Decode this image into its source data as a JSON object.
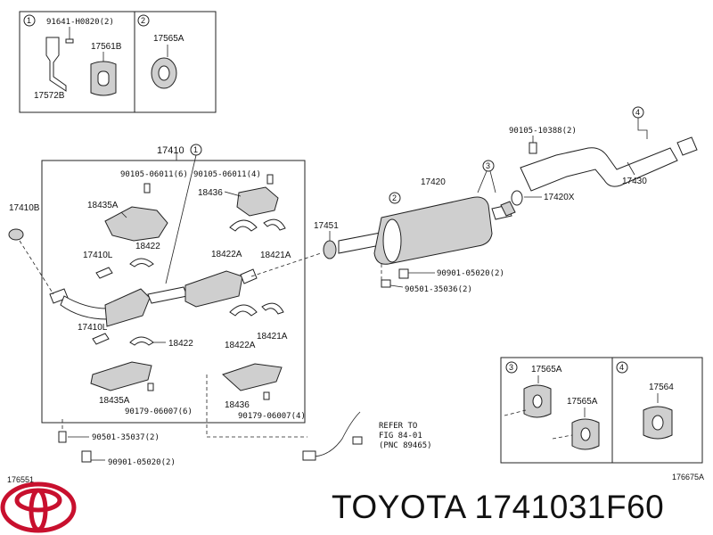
{
  "insets": {
    "top_left": {
      "ref1": "1",
      "ref2": "2",
      "bolt": "91641-H0820(2)",
      "bracket": "17572B",
      "hanger": "17561B",
      "hanger2": "17565A"
    },
    "bottom_right": {
      "ref3": "3",
      "ref4": "4",
      "hanger_a": "17565A",
      "hanger_b": "17565A",
      "hanger_c": "17564"
    }
  },
  "main": {
    "group_no": "17410",
    "group_circle": "1",
    "bolt_left": "90105-06011(6)",
    "bolt_right": "90105-06011(4)",
    "insulator_ul": "18435A",
    "insulator_ur": "18436",
    "bracket_a": "18422",
    "label_17410l_top": "17410L",
    "clamp_a": "18422A",
    "clamp_b": "18421A",
    "label_17410l_bot": "17410L",
    "bracket_b": "18422",
    "clamp_c": "18422A",
    "clamp_d": "18421A",
    "insulator_ll": "18435A",
    "bolt_ll": "90179-06007(6)",
    "insulator_lr": "18436",
    "bolt_lr": "90179-06007(4)",
    "gasket_left": "17410B",
    "gasket_mid": "17451",
    "center_pipe": "17420",
    "circle2": "2",
    "circle3": "3",
    "circle4": "4",
    "bolt_top": "90105-10388(2)",
    "gasket_right": "17420X",
    "tail_pipe": "17430",
    "bolt_center": "90901-05020(2)",
    "spring_center": "90501-35036(2)",
    "spring_low": "90501-35037(2)",
    "bolt_low": "90901-05020(2)",
    "refer_1": "REFER TO",
    "refer_2": "FIG 84-01",
    "refer_3": "(PNC 89465)",
    "code_left": "176551",
    "code_right": "176675A"
  },
  "brand": {
    "text": "TOYOTA 1741031F60",
    "logo": "toyota-logo",
    "logo_color": "#c8102e"
  }
}
